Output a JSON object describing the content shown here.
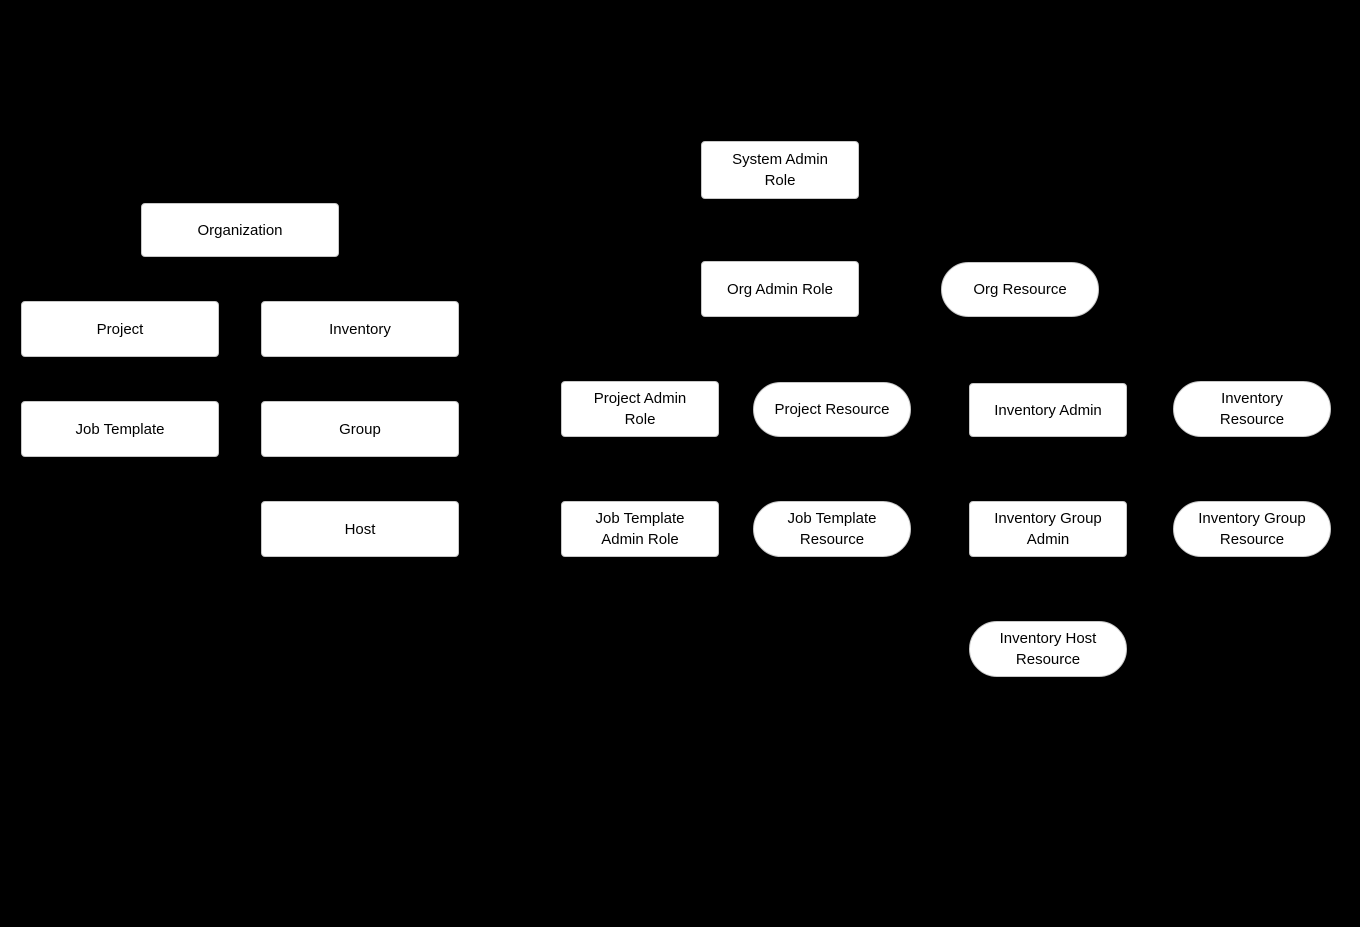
{
  "colors": {
    "background": "#000000",
    "node_fill": "#ffffff",
    "node_text": "#000000"
  },
  "nodes": {
    "organization": "Organization",
    "project": "Project",
    "inventory": "Inventory",
    "job_template": "Job Template",
    "group": "Group",
    "host": "Host",
    "system_admin_role": "System Admin\nRole",
    "org_admin_role": "Org Admin Role",
    "org_resource": "Org Resource",
    "project_admin_role": "Project Admin\nRole",
    "project_resource": "Project Resource",
    "inventory_admin": "Inventory Admin",
    "inventory_resource": "Inventory\nResource",
    "job_template_admin_role": "Job Template\nAdmin Role",
    "job_template_resource": "Job Template\nResource",
    "inventory_group_admin": "Inventory Group\nAdmin",
    "inventory_group_resource": "Inventory Group\nResource",
    "inventory_host_resource": "Inventory Host\nResource"
  }
}
